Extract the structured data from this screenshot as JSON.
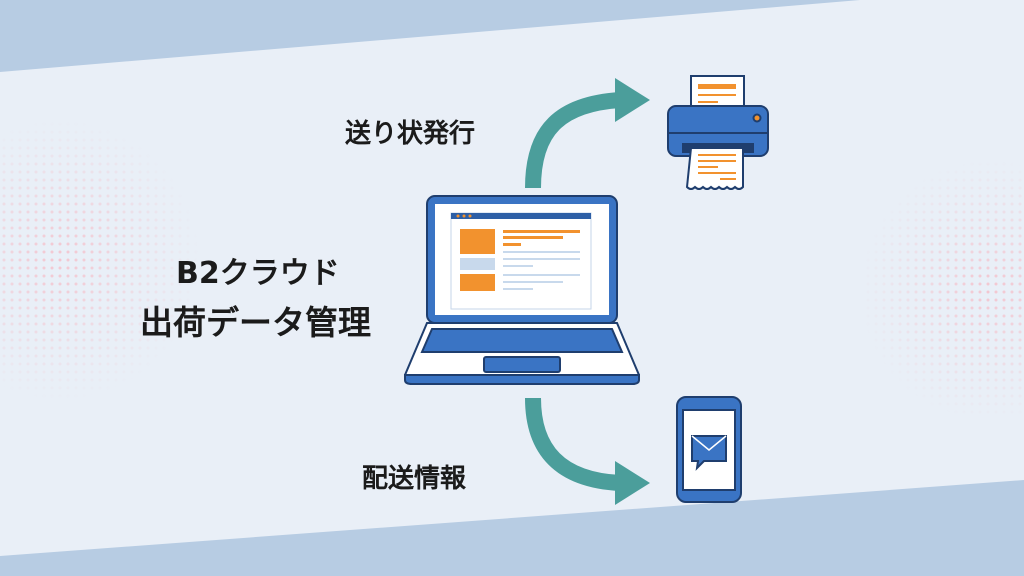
{
  "diagram": {
    "title_line1": "B2クラウド",
    "title_line2": "出荷データ管理",
    "arrow_top_label": "送り状発行",
    "arrow_bottom_label": "配送情報",
    "nodes": [
      "laptop-icon",
      "printer-icon",
      "smartphone-mail-icon"
    ]
  },
  "colors": {
    "background": "#e9eff7",
    "band": "#b7cce3",
    "arrow": "#4b9e9b",
    "device_blue": "#3a74c4",
    "accent_orange": "#f2922e"
  }
}
